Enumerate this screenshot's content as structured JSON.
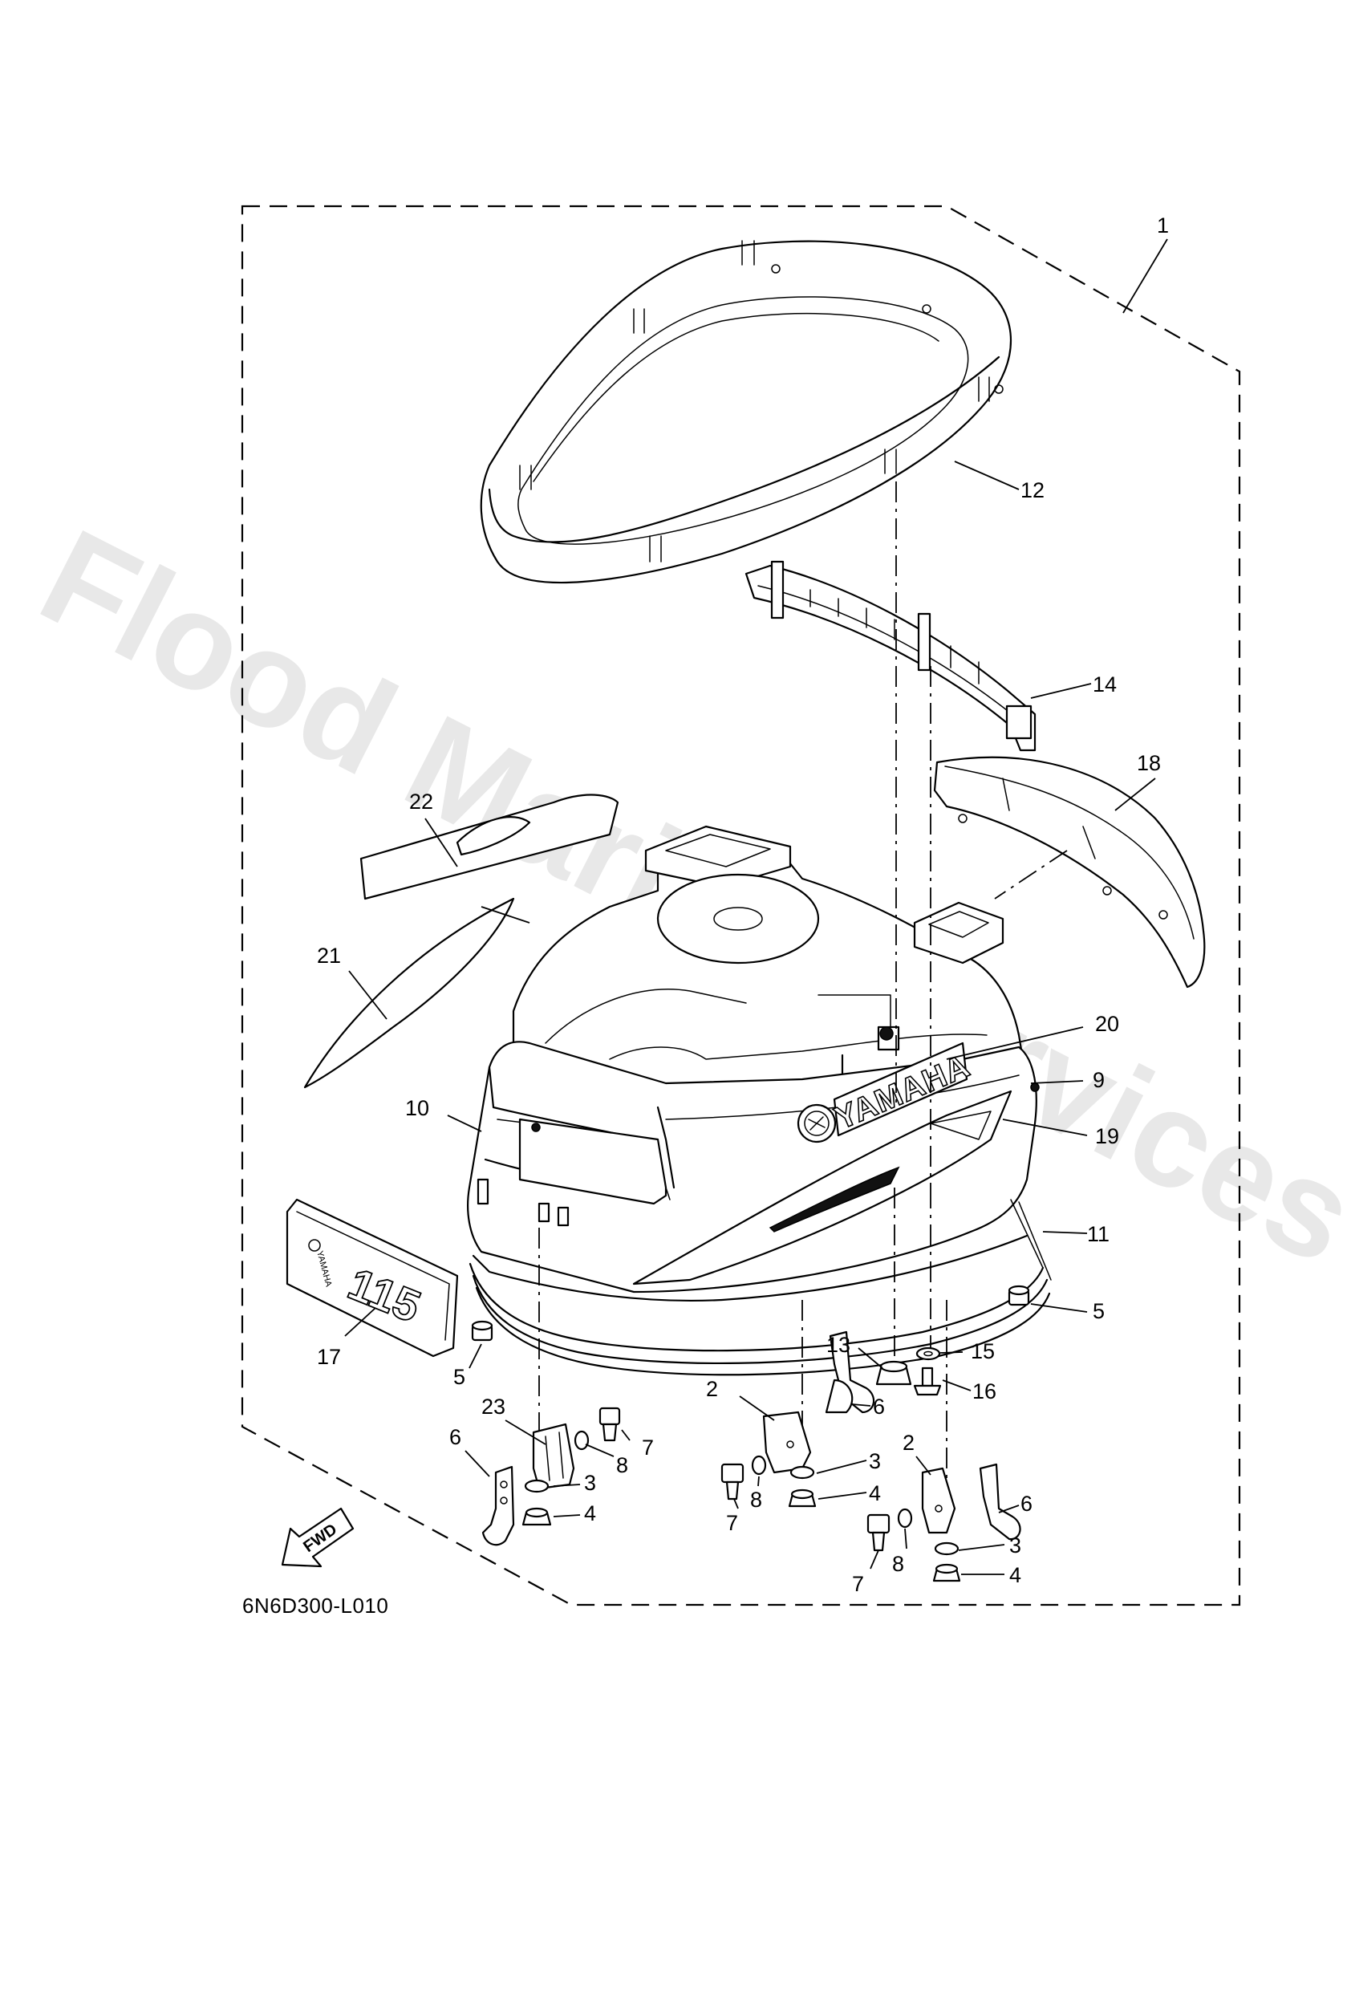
{
  "watermark": "Flood Marine Services",
  "diagram_code": "6N6D300-L010",
  "fwd_label": "FWD",
  "brand_name": "YAMAHA",
  "model_number": "115",
  "callouts": [
    {
      "id": "c1",
      "label": "1"
    },
    {
      "id": "c12",
      "label": "12"
    },
    {
      "id": "c14",
      "label": "14"
    },
    {
      "id": "c18",
      "label": "18"
    },
    {
      "id": "c22",
      "label": "22"
    },
    {
      "id": "c21",
      "label": "21"
    },
    {
      "id": "c20",
      "label": "20"
    },
    {
      "id": "c9",
      "label": "9"
    },
    {
      "id": "c10",
      "label": "10"
    },
    {
      "id": "c19",
      "label": "19"
    },
    {
      "id": "c11",
      "label": "11"
    },
    {
      "id": "c5r",
      "label": "5"
    },
    {
      "id": "c17",
      "label": "17"
    },
    {
      "id": "c5l",
      "label": "5"
    },
    {
      "id": "c13",
      "label": "13"
    },
    {
      "id": "c15",
      "label": "15"
    },
    {
      "id": "c16",
      "label": "16"
    },
    {
      "id": "c2m",
      "label": "2"
    },
    {
      "id": "c6m",
      "label": "6"
    },
    {
      "id": "c23",
      "label": "23"
    },
    {
      "id": "c7l",
      "label": "7"
    },
    {
      "id": "c6l",
      "label": "6"
    },
    {
      "id": "c8l",
      "label": "8"
    },
    {
      "id": "c3l",
      "label": "3"
    },
    {
      "id": "c4l",
      "label": "4"
    },
    {
      "id": "c3m",
      "label": "3"
    },
    {
      "id": "c8m",
      "label": "8"
    },
    {
      "id": "c4m",
      "label": "4"
    },
    {
      "id": "c7m",
      "label": "7"
    },
    {
      "id": "c2r",
      "label": "2"
    },
    {
      "id": "c6r",
      "label": "6"
    },
    {
      "id": "c7r",
      "label": "7"
    },
    {
      "id": "c8r",
      "label": "8"
    },
    {
      "id": "c3r",
      "label": "3"
    },
    {
      "id": "c4r",
      "label": "4"
    }
  ]
}
